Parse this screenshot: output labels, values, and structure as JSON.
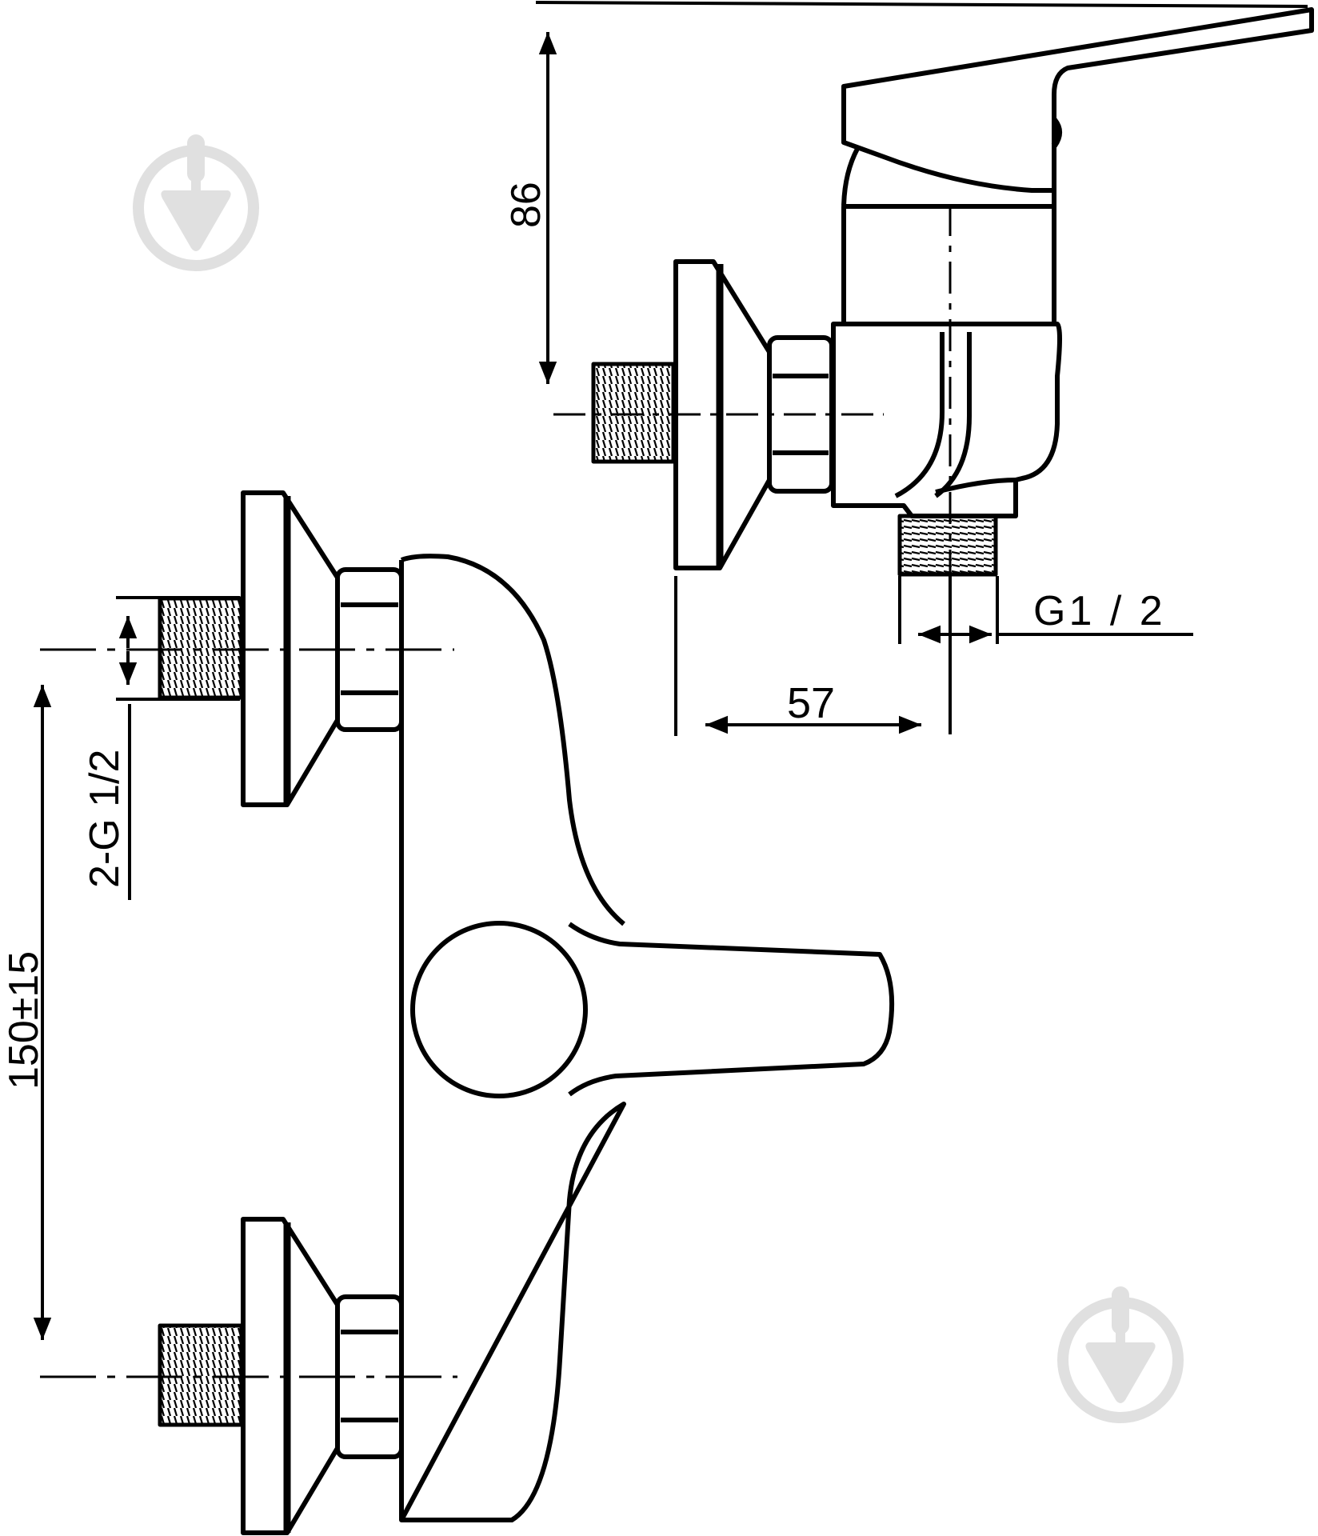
{
  "drawing": {
    "title": "Single-lever shower mixer dimension drawing",
    "colors": {
      "line": "#000000",
      "background": "#ffffff",
      "watermark": "#e0e0e0"
    },
    "side_view": {
      "dim_height": "86",
      "dim_depth": "57",
      "outlet_thread": "G1 / 2"
    },
    "front_view": {
      "inlet_thread": "2-G 1/2",
      "inlet_spacing": "150±15"
    },
    "watermarks": [
      {
        "icon": "trowel-in-circle-icon",
        "position": "top-left"
      },
      {
        "icon": "trowel-in-circle-icon",
        "position": "bottom-right"
      }
    ]
  }
}
